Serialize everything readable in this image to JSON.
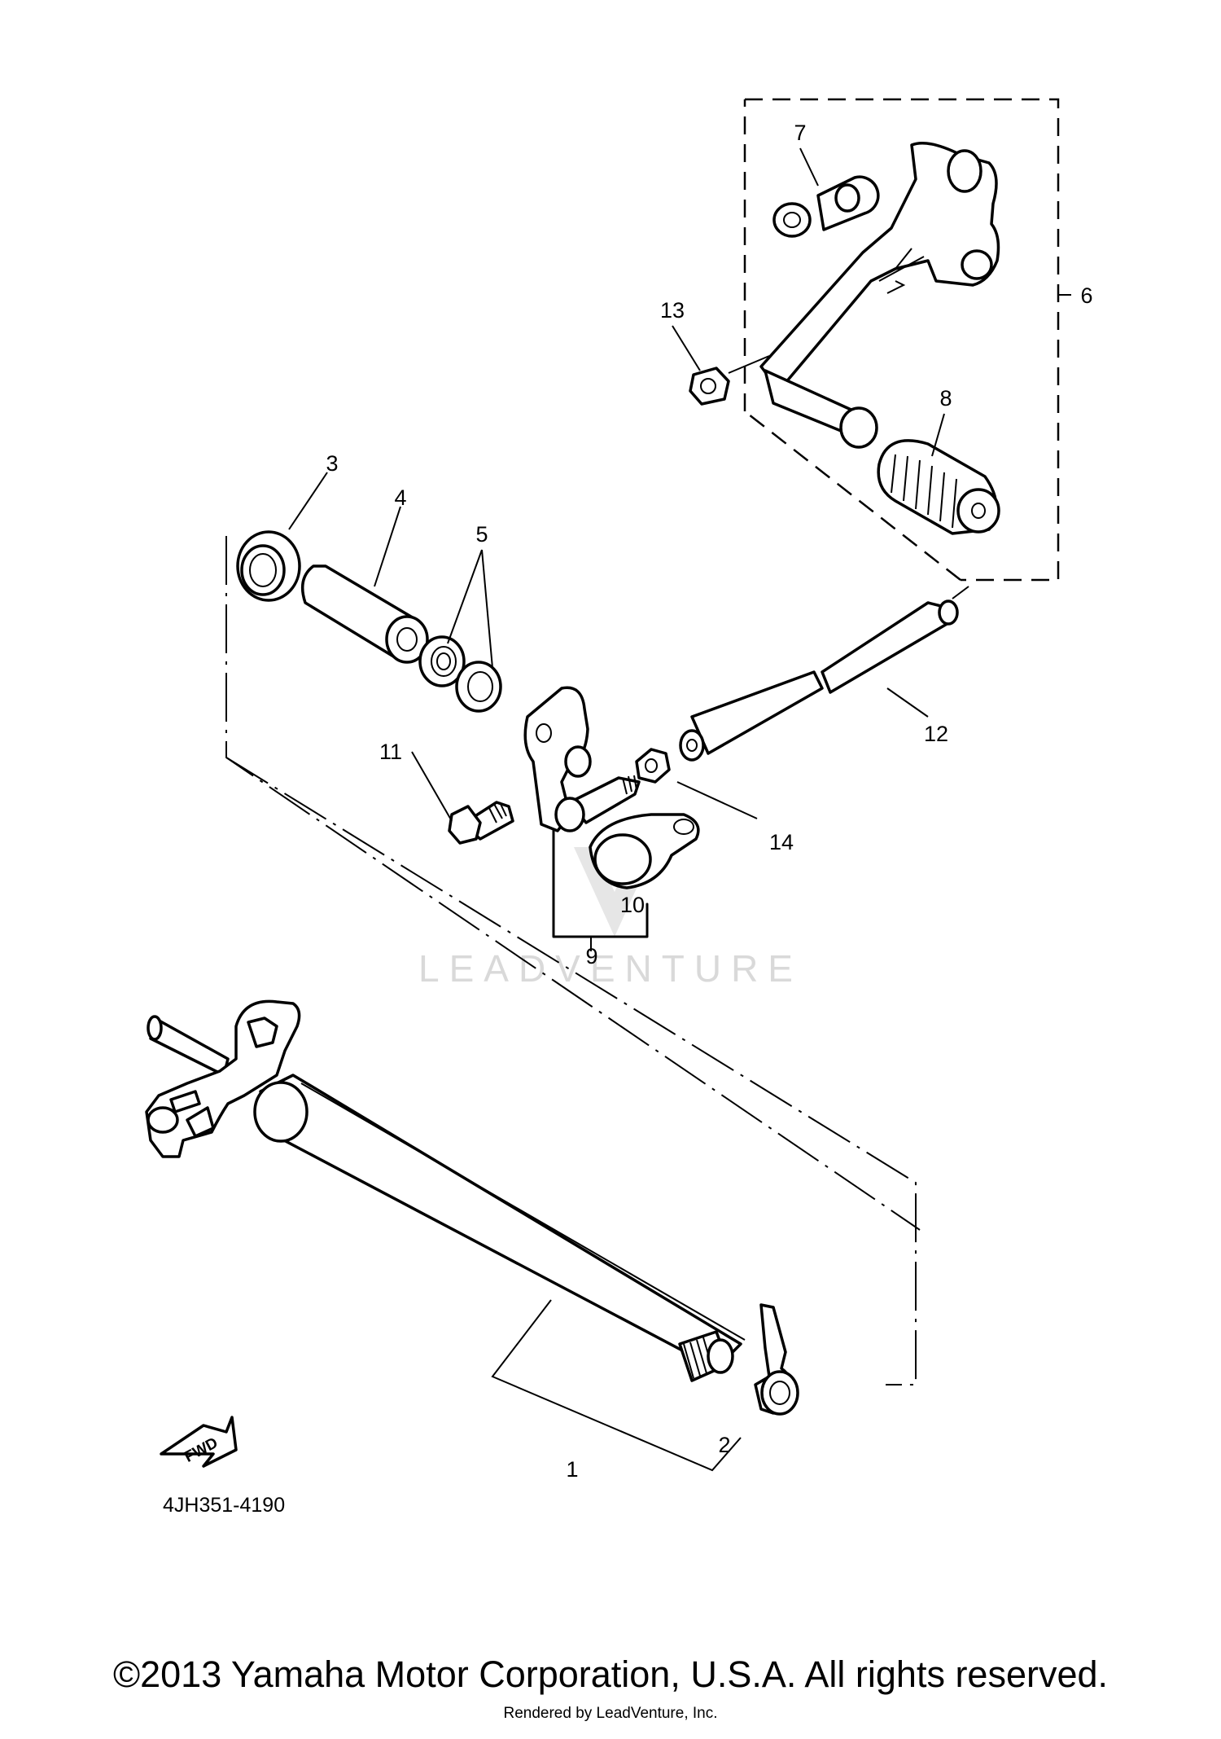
{
  "diagram": {
    "callouts": [
      "1",
      "2",
      "3",
      "4",
      "5",
      "6",
      "7",
      "8",
      "9",
      "10",
      "11",
      "12",
      "13",
      "14"
    ],
    "diagram_code": "4JH351-4190",
    "fwd_label": "FWD",
    "watermark": "LEADVENTURE"
  },
  "footer": {
    "copyright": "©2013 Yamaha Motor Corporation, U.S.A. All rights reserved.",
    "rendered_by": "Rendered by LeadVenture, Inc."
  }
}
